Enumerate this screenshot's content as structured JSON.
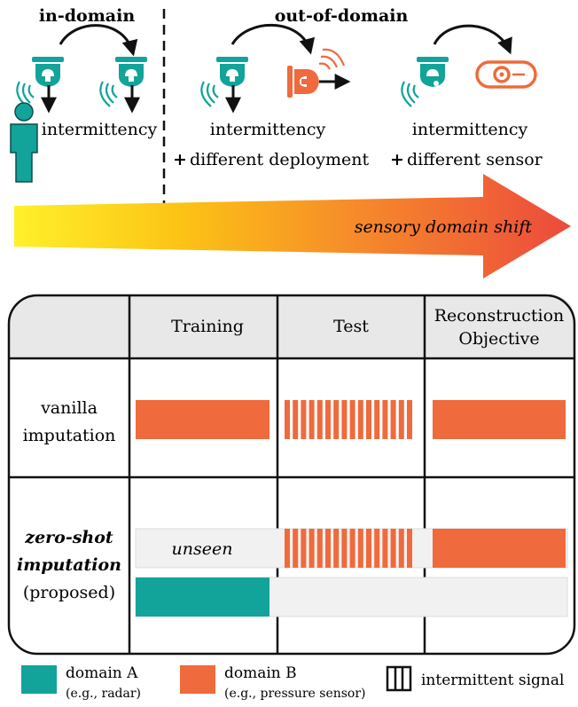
{
  "colors": {
    "domain_a": "#12a39a",
    "domain_b": "#ef6a3c",
    "header_fill": "#e8e8e8",
    "unseen_fill": "#f1f1f1",
    "arrow_start": "#fff02a",
    "arrow_end": "#ec4a3c"
  },
  "top": {
    "in_domain_label": "in-domain",
    "out_domain_label": "out-of-domain",
    "col1_label": "intermittency",
    "col2_line1": "intermittency",
    "col2_plus": "+",
    "col2_line2": "different deployment",
    "col3_line1": "intermittency",
    "col3_plus": "+",
    "col3_line2": "different sensor",
    "arrow_label": "sensory domain shift",
    "icons": [
      "radar-sensor-icon",
      "person-icon",
      "pressure-sensor-icon",
      "different-sensor-icon",
      "wireless-signal-icon",
      "down-arrow-icon",
      "curved-arrow-icon"
    ]
  },
  "table": {
    "headers": [
      "",
      "Training",
      "Test",
      "Reconstruction\nObjective"
    ],
    "header_objective_line1": "Reconstruction",
    "header_objective_line2": "Objective",
    "row1_line1": "vanilla",
    "row1_line2": "imputation",
    "row2_line1": "zero-shot",
    "row2_line2": "imputation",
    "row2_line3": "(proposed)",
    "unseen_label": "unseen"
  },
  "legend": {
    "a_title": "domain A",
    "a_sub": "(e.g., radar)",
    "b_title": "domain B",
    "b_sub": "(e.g., pressure sensor)",
    "c_title": "intermittent signal"
  }
}
